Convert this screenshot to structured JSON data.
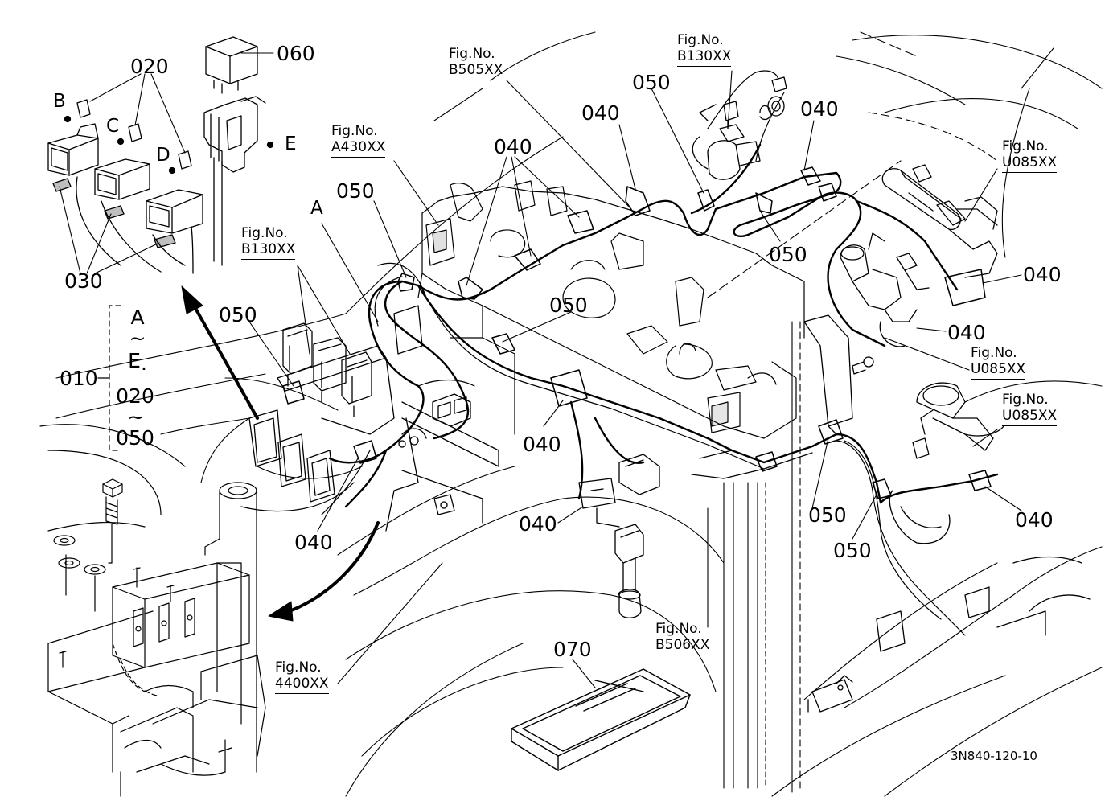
{
  "callouts": {
    "c060": "060",
    "c020": "020",
    "c030": "030",
    "c010": "010",
    "c050_a": "050",
    "c050_b": "050",
    "c050_c": "050",
    "c050_d": "050",
    "c050_e": "050",
    "c050_f": "050",
    "c050_g": "050",
    "c040_a": "040",
    "c040_b": "040",
    "c040_c": "040",
    "c040_d": "040",
    "c040_e": "040",
    "c040_f": "040",
    "c040_g": "040",
    "c040_h": "040",
    "c070": "070"
  },
  "letters": {
    "A_label": "A",
    "B": "B",
    "C": "C",
    "D": "D",
    "E": "E"
  },
  "legend": {
    "from_letter": "A",
    "tilde1": "~",
    "to_letter": "E",
    "dot": "·",
    "from_part": "020",
    "tilde2": "~",
    "to_part": "050"
  },
  "fig_refs": {
    "b505": {
      "prefix": "Fig.No.",
      "code": "B505XX"
    },
    "b130_top": {
      "prefix": "Fig.No.",
      "code": "B130XX"
    },
    "a430": {
      "prefix": "Fig.No.",
      "code": "A430XX"
    },
    "b130_left": {
      "prefix": "Fig.No.",
      "code": "B130XX"
    },
    "u085_top": {
      "prefix": "Fig.No.",
      "code": "U085XX"
    },
    "u085_mid": {
      "prefix": "Fig.No.",
      "code": "U085XX"
    },
    "u085_low": {
      "prefix": "Fig.No.",
      "code": "U085XX"
    },
    "b506": {
      "prefix": "Fig.No.",
      "code": "B506XX"
    },
    "f4400": {
      "prefix": "Fig.No.",
      "code": "4400XX"
    }
  },
  "drawing_number": "3N840-120-10"
}
